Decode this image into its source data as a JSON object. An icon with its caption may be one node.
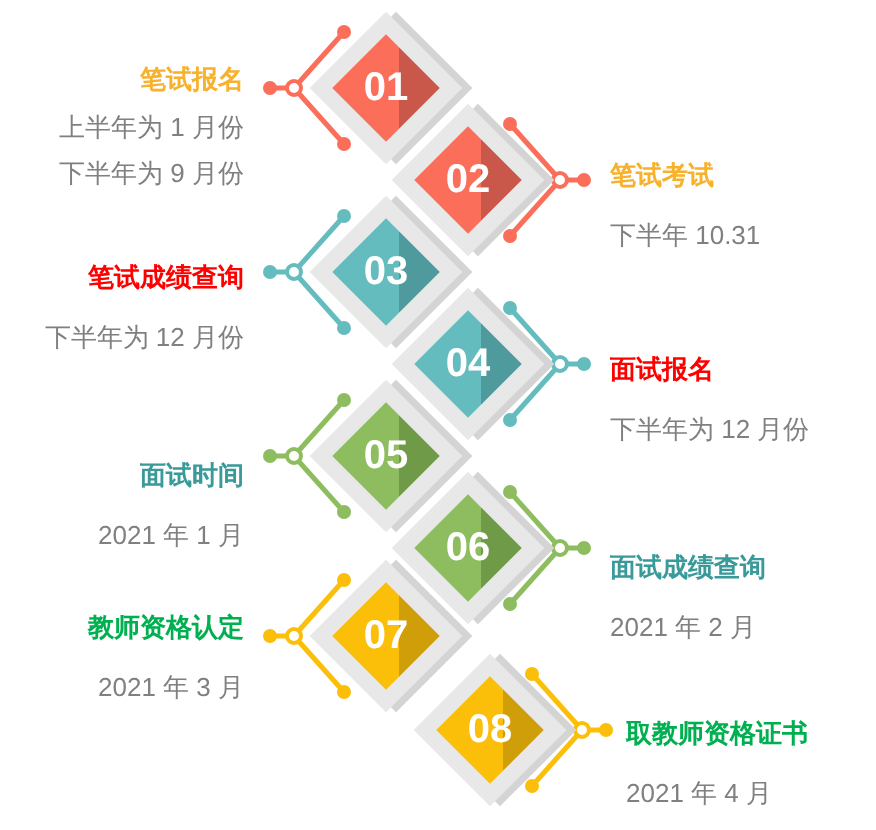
{
  "diagram": {
    "nodes": [
      {
        "text": [
          "01"
        ],
        "beside": [
          "笔试报名",
          "上半年为 1 月份",
          "下半年为 9 月份"
        ]
      },
      {
        "text": [
          "02"
        ],
        "beside": [
          "笔试考试",
          "下半年 10.31"
        ]
      },
      {
        "text": [
          "03"
        ],
        "beside": [
          "笔试成绩查询",
          "下半年为 12 月份"
        ]
      },
      {
        "text": [
          "04"
        ],
        "beside": [
          "面试报名",
          "下半年为 12 月份"
        ]
      },
      {
        "text": [
          "05"
        ],
        "beside": [
          "面试时间",
          "2021 年 1 月"
        ]
      },
      {
        "text": [
          "06"
        ],
        "beside": [
          "面试成绩查询",
          "2021 年 2 月"
        ]
      },
      {
        "text": [
          "07"
        ],
        "beside": [
          "教师资格认定",
          "2021 年 3 月"
        ]
      },
      {
        "text": [
          "08"
        ],
        "beside": [
          "取教师资格证书",
          "2021 年 4 月"
        ]
      }
    ]
  }
}
